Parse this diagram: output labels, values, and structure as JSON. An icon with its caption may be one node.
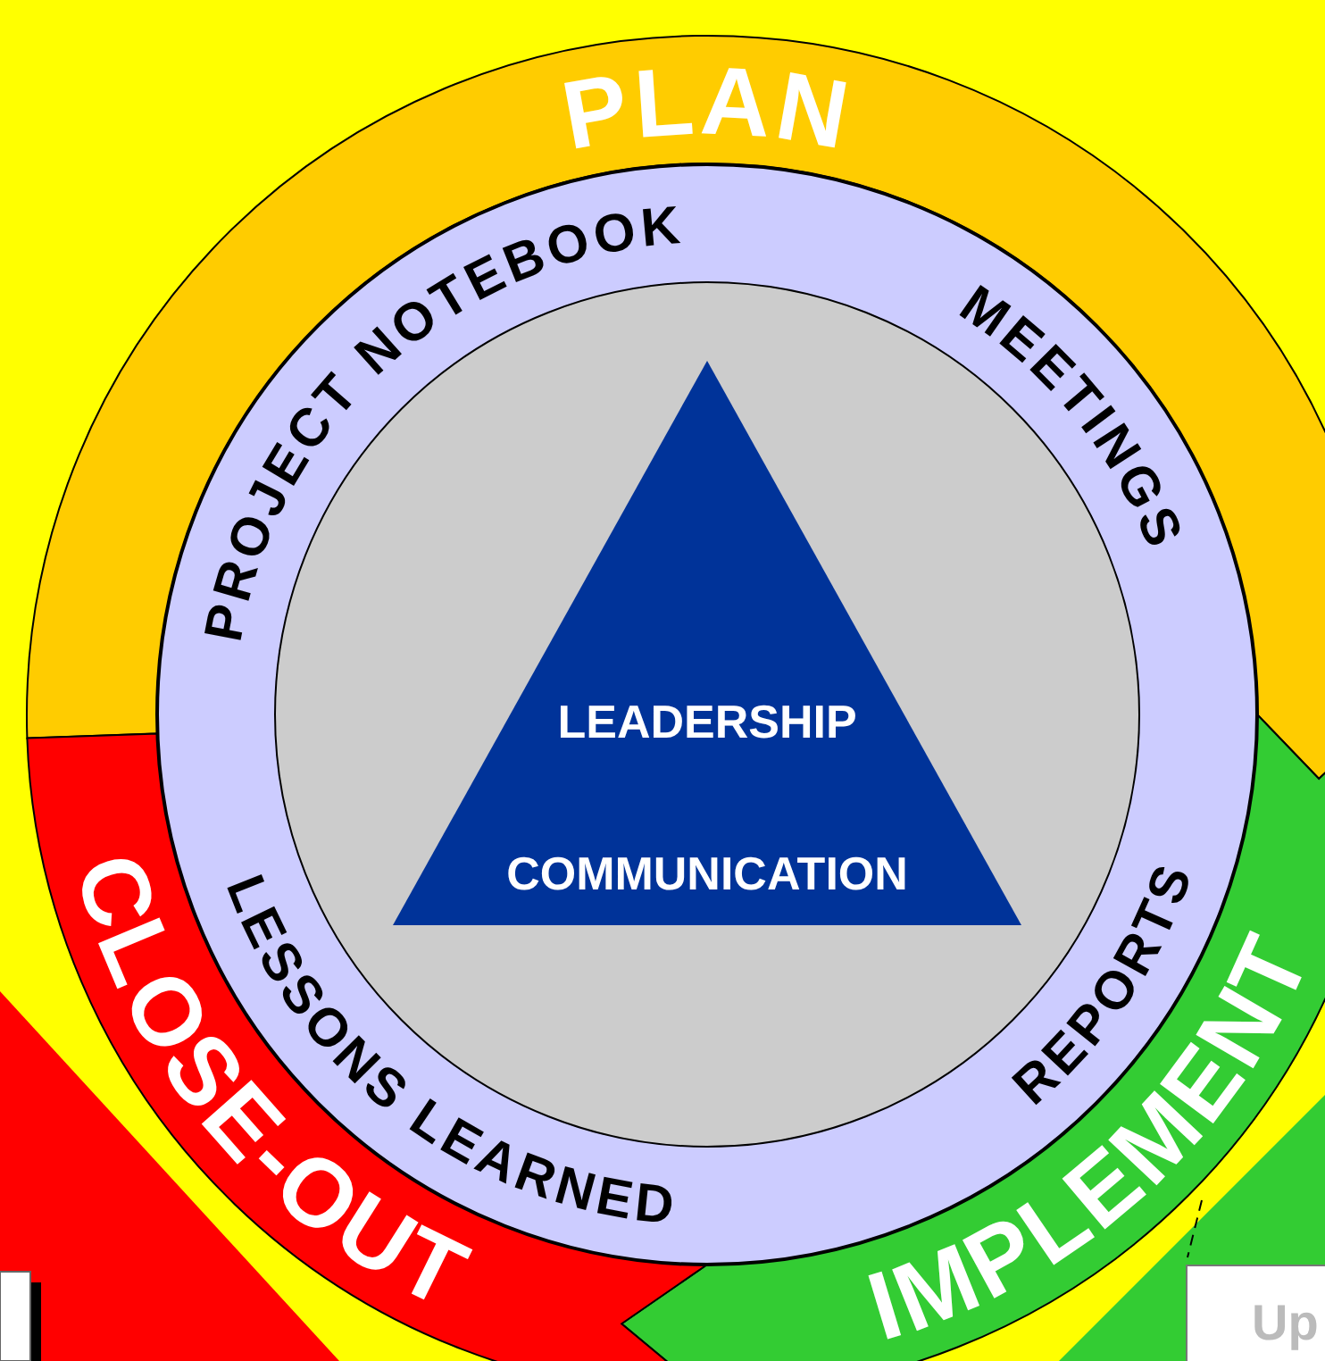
{
  "diagram": {
    "nodes": [
      {
        "text": [
          "PLAN"
        ]
      },
      {
        "text": [
          "IMPLEMENT"
        ]
      },
      {
        "text": [
          "CLOSE-OUT"
        ]
      },
      {
        "text": [
          "PROJECT NOTEBOOK",
          "MEETINGS",
          "LESSONS LEARNED",
          "REPORTS"
        ]
      },
      {
        "text": [
          "LEADERSHIP",
          "COMMUNICATION"
        ],
        "in": 3
      }
    ],
    "labels": [
      "Up"
    ]
  }
}
